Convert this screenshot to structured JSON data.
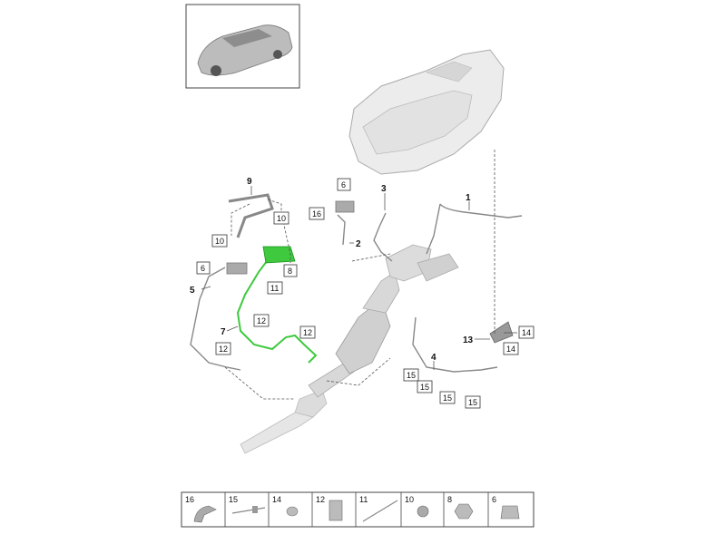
{
  "diagram": {
    "labels": {
      "l1": "1",
      "l2": "2",
      "l3": "3",
      "l4": "4",
      "l5": "5",
      "l7": "7",
      "l9": "9",
      "l13": "13"
    },
    "boxes": {
      "b6a": "6",
      "b16": "16",
      "b10a": "10",
      "b10b": "10",
      "b6b": "6",
      "b8": "8",
      "b11": "11",
      "b12a": "12",
      "b12b": "12",
      "b12c": "12",
      "b14a": "14",
      "b14b": "14",
      "b15a": "15",
      "b15b": "15",
      "b15c": "15",
      "b15d": "15"
    },
    "legend": [
      "16",
      "15",
      "14",
      "12",
      "11",
      "10",
      "8",
      "6"
    ],
    "highlight_color": "#3ec93e",
    "line_color": "#555555"
  }
}
